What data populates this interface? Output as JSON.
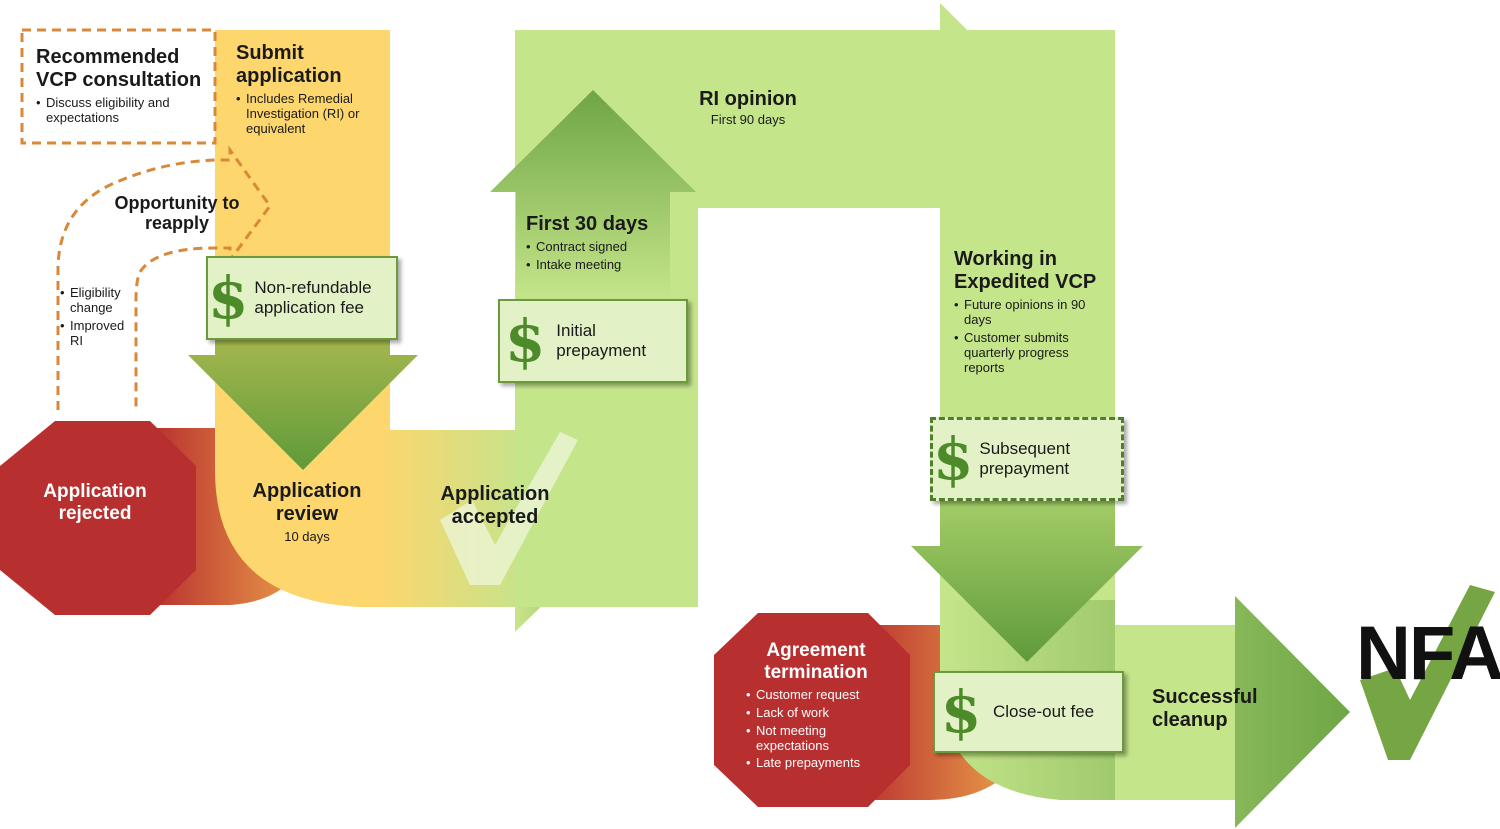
{
  "colors": {
    "yellow": "#fdd66d",
    "light_green": "#c5e58a",
    "mid_green": "#8cbb52",
    "dark_green": "#5f9a3a",
    "red": "#b82f2f",
    "orange": "#e39a3f",
    "dashed_orange": "#d9883a"
  },
  "consultation": {
    "title": "Recommended VCP consultation",
    "bullets": [
      "Discuss eligibility and expectations"
    ]
  },
  "submit": {
    "title": "Submit application",
    "bullets": [
      "Includes Remedial Investigation (RI) or equivalent"
    ]
  },
  "reapply": {
    "title": "Opportunity to reapply",
    "bullets": [
      "Eligibility change",
      "Improved RI"
    ]
  },
  "fees": {
    "application": "Non-refundable application fee",
    "initial": "Initial prepayment",
    "subsequent": "Subsequent prepayment",
    "closeout": "Close-out fee",
    "icon": "dollar-icon"
  },
  "rejected": {
    "title": "Application rejected"
  },
  "review": {
    "title": "Application review",
    "sub": "10 days"
  },
  "accepted": {
    "title": "Application accepted"
  },
  "first30": {
    "title": "First 30 days",
    "bullets": [
      "Contract signed",
      "Intake meeting"
    ]
  },
  "ri_opinion": {
    "title": "RI opinion",
    "sub": "First 90 days"
  },
  "expedited": {
    "title": "Working in Expedited VCP",
    "bullets": [
      "Future opinions in 90 days",
      "Customer submits quarterly progress reports"
    ]
  },
  "termination": {
    "title": "Agreement termination",
    "bullets": [
      "Customer request",
      "Lack of work",
      "Not meeting expectations",
      "Late prepayments"
    ]
  },
  "success": {
    "title": "Successful cleanup"
  },
  "nfa": {
    "text": "NFA"
  }
}
